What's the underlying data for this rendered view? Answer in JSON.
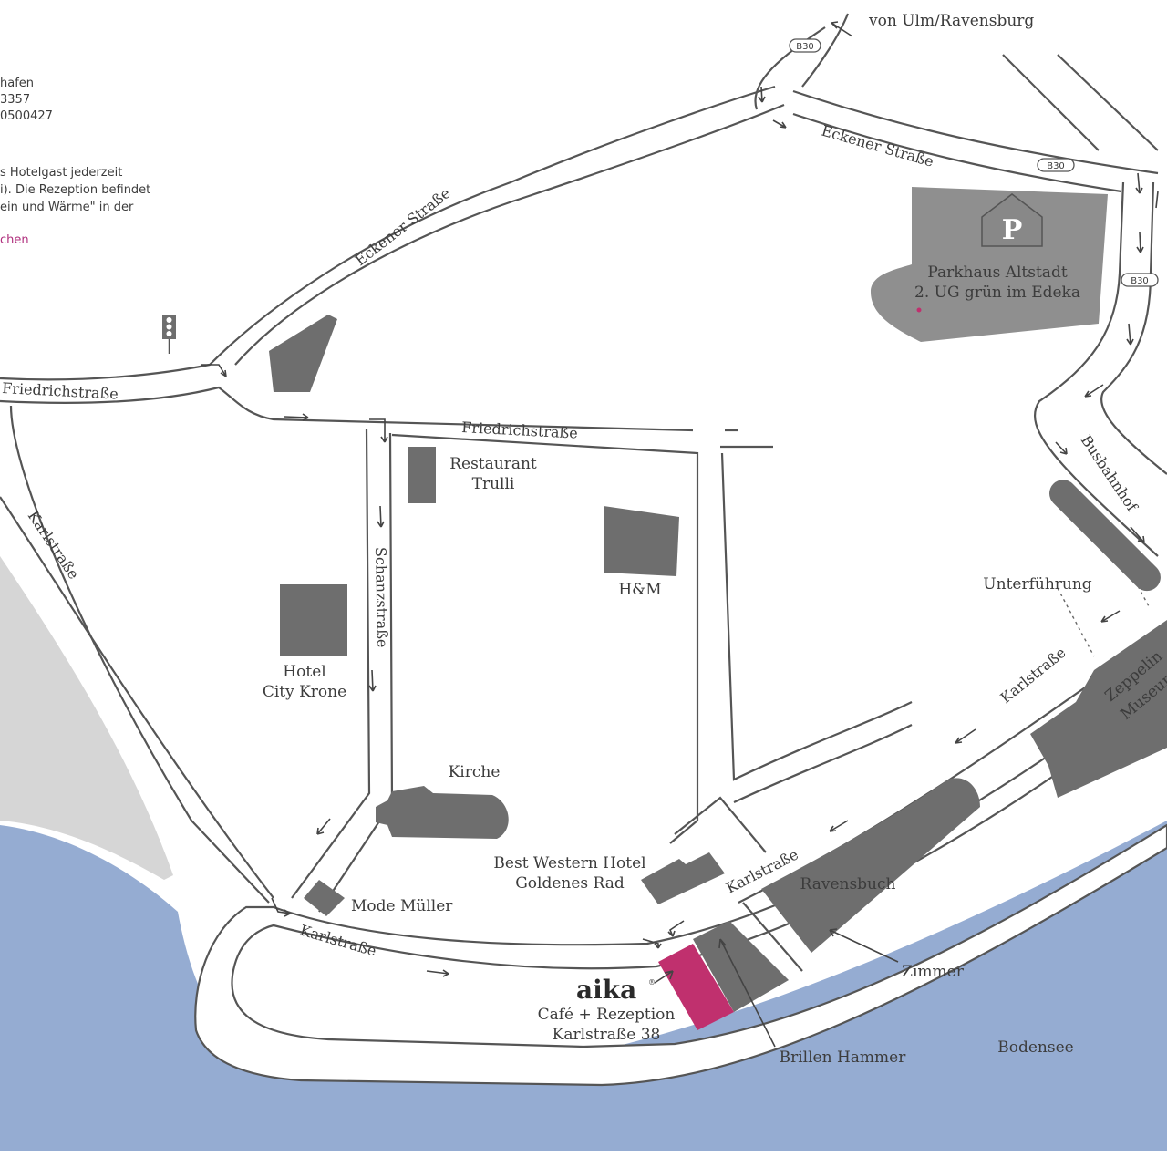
{
  "colors": {
    "water": "#95acd2",
    "shore": "#d6d6d6",
    "building": "#6e6e6e",
    "parking": "#8f8f8f",
    "accent": "#c0306e",
    "road_outline": "#555555"
  },
  "info_text": {
    "line1": "hafen",
    "line2": "3357",
    "line3": "0500427",
    "line4": "s Hotelgast jederzeit",
    "line5": "i). Die Rezeption befindet",
    "line6": "ein und Wärme\" in der",
    "link": "chen"
  },
  "route_labels": {
    "from": "von Ulm/Ravensburg",
    "b30_a": "B30",
    "b30_b": "B30",
    "b30_c": "B30"
  },
  "streets": {
    "eckener_top": "Eckener Straße",
    "eckener_diag": "Eckener Straße",
    "friedrich_left": "Friedrichstraße",
    "friedrich_mid": "Friedrichstraße",
    "karl_left": "Karlstraße",
    "schanz": "Schanzstraße",
    "karl_bottom": "Karlstraße",
    "karl_mid": "Karlstraße",
    "karl_right": "Karlstraße"
  },
  "places": {
    "parking_line1": "Parkhaus Altstadt",
    "parking_line2": "2. UG grün im Edeka",
    "parking_symbol": "P",
    "trulli_line1": "Restaurant",
    "trulli_line2": "Trulli",
    "hm": "H&M",
    "krone_line1": "Hotel",
    "krone_line2": "City Krone",
    "kirche": "Kirche",
    "bw_line1": "Best Western Hotel",
    "bw_line2": "Goldenes Rad",
    "mode_mueller": "Mode Müller",
    "busbahnhof": "Busbahnhof",
    "unterfuehrung": "Unterführung",
    "zeppelin_line1": "Zeppelin",
    "zeppelin_line2": "Museum",
    "ravensbuch": "Ravensbuch",
    "zimmer": "Zimmer",
    "brillen": "Brillen Hammer",
    "bodensee": "Bodensee"
  },
  "hotel": {
    "brand": "aika",
    "mark": "®",
    "line1": "Café + Rezeption",
    "line2": "Karlstraße 38"
  }
}
